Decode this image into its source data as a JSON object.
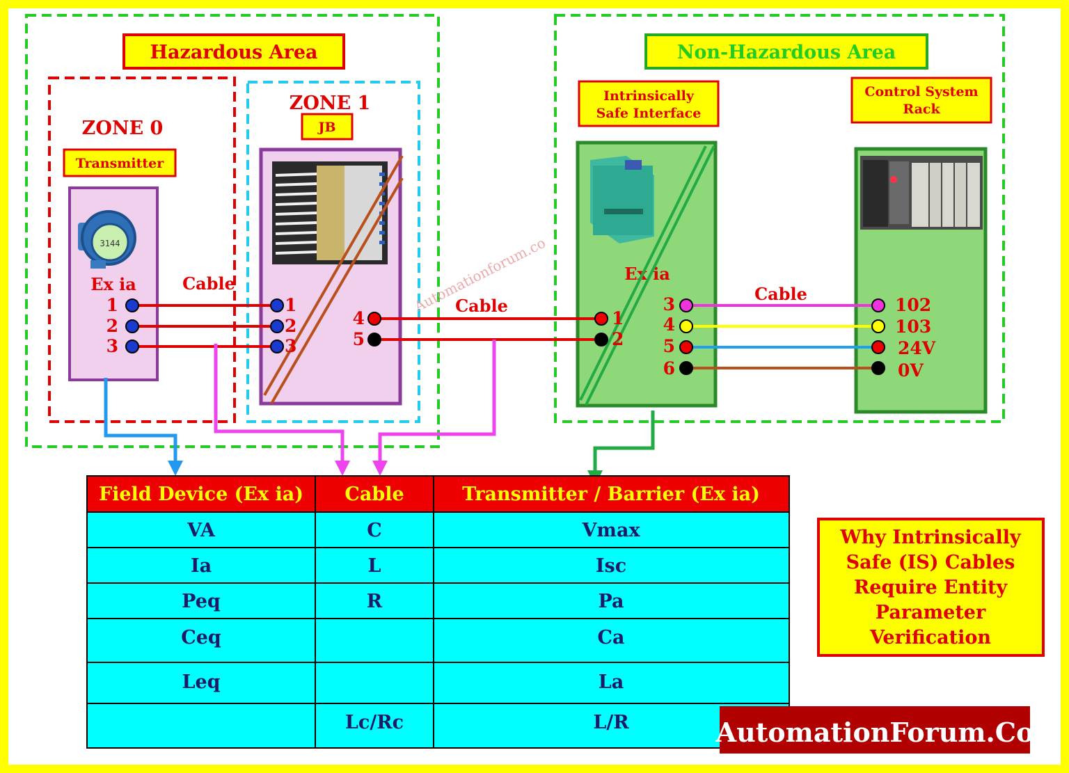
{
  "colors": {
    "frame": "#ffff00",
    "zone_green": "#22cc22",
    "zone0_red": "#e00000",
    "zone1_cyan": "#22ccee",
    "device_fill": "#f0d0ec",
    "device_border": "#8a3a9a",
    "green_panel": "#8ed87a",
    "green_border": "#2a8a2a",
    "wire_red": "#e00000",
    "wire_magenta": "#ee33dd",
    "wire_yellow": "#ffff00",
    "wire_blue": "#22a0ee",
    "wire_brown": "#b8501e",
    "arrow_blue": "#2299ee",
    "arrow_magenta": "#ee44ee",
    "arrow_green": "#22aa44",
    "table_header": "#ee0000",
    "table_body": "#00ffff",
    "watermark_bg": "#b00000"
  },
  "labels": {
    "hazardous_area": "Hazardous Area",
    "non_hazardous_area": "Non-Hazardous Area",
    "zone0": "ZONE 0",
    "zone1": "ZONE 1",
    "transmitter": "Transmitter",
    "jb": "JB",
    "is_interface_line1": "Intrinsically",
    "is_interface_line2": "Safe Interface",
    "control_rack_line1": "Control System",
    "control_rack_line2": "Rack",
    "ex_ia_transmitter": "Ex ia",
    "ex_ia_barrier": "Ex ia",
    "cable_zone": "Cable",
    "cable_middle": "Cable",
    "cable_right": "Cable",
    "diagonal_watermark": "Automationforum.co",
    "brand": "AutomationForum.Co"
  },
  "terminals": {
    "transmitter": [
      "1",
      "2",
      "3"
    ],
    "jb_in": [
      "1",
      "2",
      "3"
    ],
    "jb_out": [
      "4",
      "5"
    ],
    "barrier_in": [
      "1",
      "2"
    ],
    "barrier_out": [
      "3",
      "4",
      "5",
      "6"
    ],
    "rack": [
      "102",
      "103",
      "24V",
      "0V"
    ]
  },
  "terminal_colors": {
    "transmitter_dot": "#1a3ad0",
    "jb_out_dots": [
      "#ee0000",
      "#000000"
    ],
    "barrier_in_dots": [
      "#ee0000",
      "#000000"
    ],
    "barrier_out_dots": [
      "#ee33dd",
      "#ffff00",
      "#ee0000",
      "#000000"
    ],
    "rack_dots": [
      "#ee33dd",
      "#ffff00",
      "#ee0000",
      "#000000"
    ]
  },
  "table": {
    "headers": [
      "Field Device (Ex ia)",
      "Cable",
      "Transmitter / Barrier (Ex ia)"
    ],
    "rows": [
      [
        "VA",
        "C",
        "Vmax"
      ],
      [
        "Ia",
        "L",
        "Isc"
      ],
      [
        "Peq",
        "R",
        "Pa"
      ],
      [
        "Ceq",
        "",
        "Ca"
      ],
      [
        "Leq",
        "",
        "La"
      ],
      [
        "",
        "Lc/Rc",
        "L/R"
      ]
    ]
  },
  "title_box": [
    "Why Intrinsically",
    "Safe (IS) Cables",
    "Require Entity",
    "Parameter",
    "Verification"
  ]
}
